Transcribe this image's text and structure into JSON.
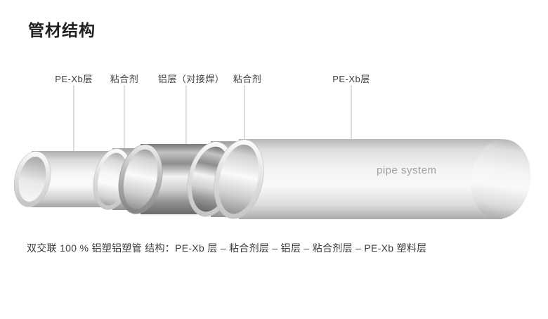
{
  "page": {
    "title": "管材结构",
    "caption": "双交联 100 % 铝塑铝塑管 结构：PE-Xb 层 – 粘合剂层 – 铝层 – 粘合剂层 – PE-Xb 塑料层"
  },
  "diagram": {
    "watermark": "pipe system",
    "labels": [
      {
        "text": "PE-Xb层"
      },
      {
        "text": "粘合剂"
      },
      {
        "text": "铝层（对接焊）"
      },
      {
        "text": "粘合剂"
      },
      {
        "text": "PE-Xb层"
      }
    ],
    "colors": {
      "label_line": "#bdbdbd",
      "pipe_light": "#f4f4f4",
      "pipe_shadow": "#a9a9a9",
      "aluminum": "#bfbfbf",
      "watermark": "#9f9f9f",
      "text": "#3a3a3a"
    }
  }
}
